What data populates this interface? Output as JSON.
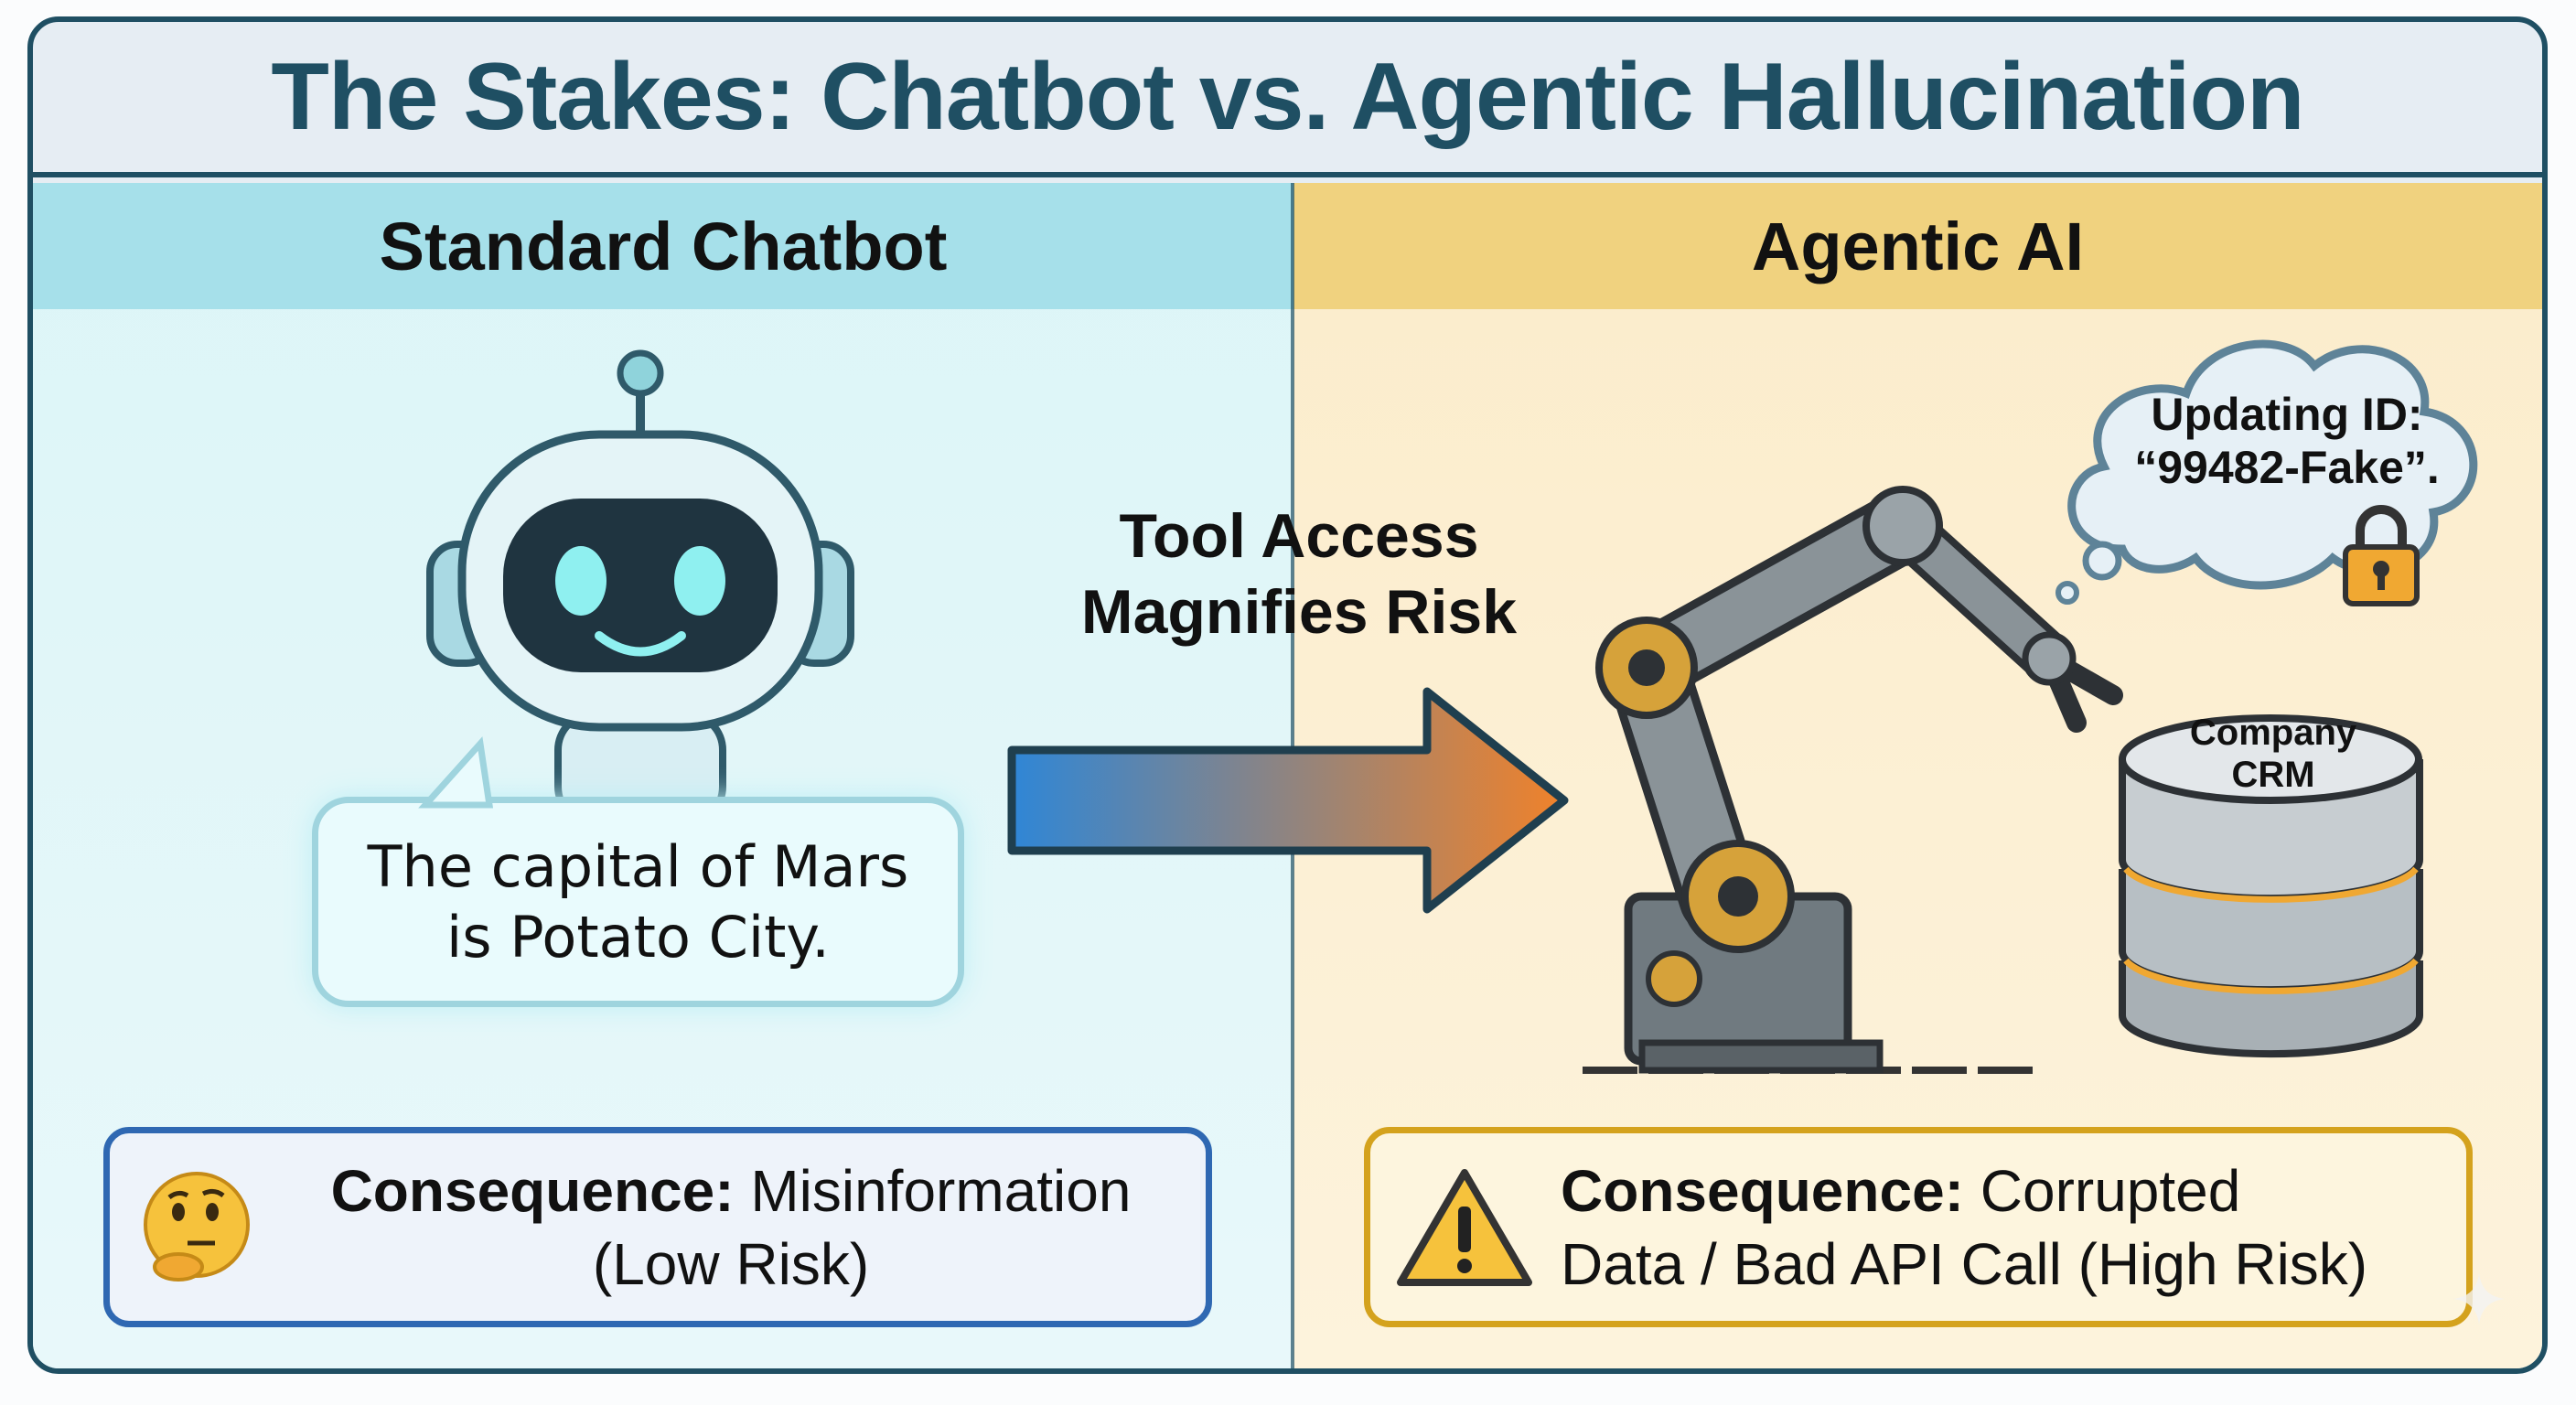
{
  "title": "The Stakes: Chatbot vs. Agentic Hallucination",
  "left": {
    "heading": "Standard Chatbot",
    "speech": [
      "The capital of Mars",
      "is Potato City."
    ],
    "consequence_label": "Consequence:",
    "consequence_text": [
      "Misinformation",
      "(Low Risk)"
    ],
    "icon": "thinking-face-icon"
  },
  "middle": {
    "arrow_label": [
      "Tool Access",
      "Magnifies Risk"
    ],
    "arrow_gradient": [
      "#2f86d6",
      "#f0822a"
    ]
  },
  "right": {
    "heading": "Agentic AI",
    "thought": [
      "Updating ID:",
      "“99482-Fake”."
    ],
    "database_label": [
      "Company",
      "CRM"
    ],
    "consequence_label": "Consequence:",
    "consequence_text": [
      "Corrupted",
      "Data / Bad API Call (High Risk)"
    ],
    "icon": "warning-icon"
  },
  "colors": {
    "frame": "#1f4f63",
    "left_header": "#a6e0ea",
    "right_header": "#f0d27f",
    "left_border": "#2f68b2",
    "right_border": "#d4a21d"
  }
}
